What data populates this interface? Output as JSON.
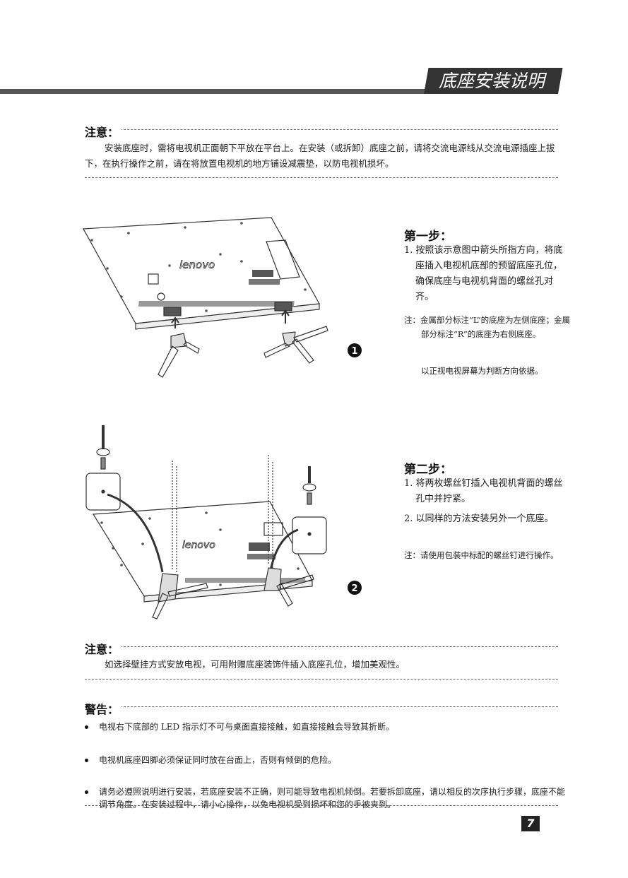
{
  "header": {
    "title": "底座安装说明"
  },
  "notice1": {
    "label": "注意：",
    "text": "安装底座时，需将电视机正面朝下平放在平台上。在安装（或拆卸）底座之前，请将交流电源线从交流电源插座上拔下，在执行操作之前，请在将放置电视机的地方铺设减震垫，以防电视机损坏。"
  },
  "step1": {
    "title": "第一步：",
    "item1": "1. 按照该示意图中箭头所指方向，将底座插入电视机底部的预留底座孔位，确保底座与电视机背面的螺丝孔对齐。",
    "note": "注：金属部分标注“L”的底座为左侧底座；金属部分标注“R”的底座为右侧底座。",
    "note2": "以正视电视屏幕为判断方向依据。",
    "figure_number": "1"
  },
  "step2": {
    "title": "第二步：",
    "item1": "1. 将两枚螺丝钉插入电视机背面的螺丝孔中并拧紧。",
    "item2": "2. 以同样的方法安装另外一个底座。",
    "note": "注：请使用包装中标配的螺丝钉进行操作。",
    "figure_number": "2"
  },
  "brand_logo": "lenovo",
  "notice2": {
    "label": "注意：",
    "text": "如选择壁挂方式安放电视，可用附赠底座装饰件插入底座孔位，增加美观性。"
  },
  "warning": {
    "label": "警告：",
    "items": [
      "电视右下底部的 LED 指示灯不可与桌面直接接触，如直接接触会导致其折断。",
      "电视机底座四脚必须保证同时放在台面上，否则有倾倒的危险。",
      "请务必遵照说明进行安装，若底座安装不正确，则可能导致电视机倾倒。若要拆卸底座，请以相反的次序执行步骤，底座不能调节角度。在安装过程中，请小心操作，以免电视机受到损坏和您的手被夹到。"
    ]
  },
  "page_number": "7"
}
